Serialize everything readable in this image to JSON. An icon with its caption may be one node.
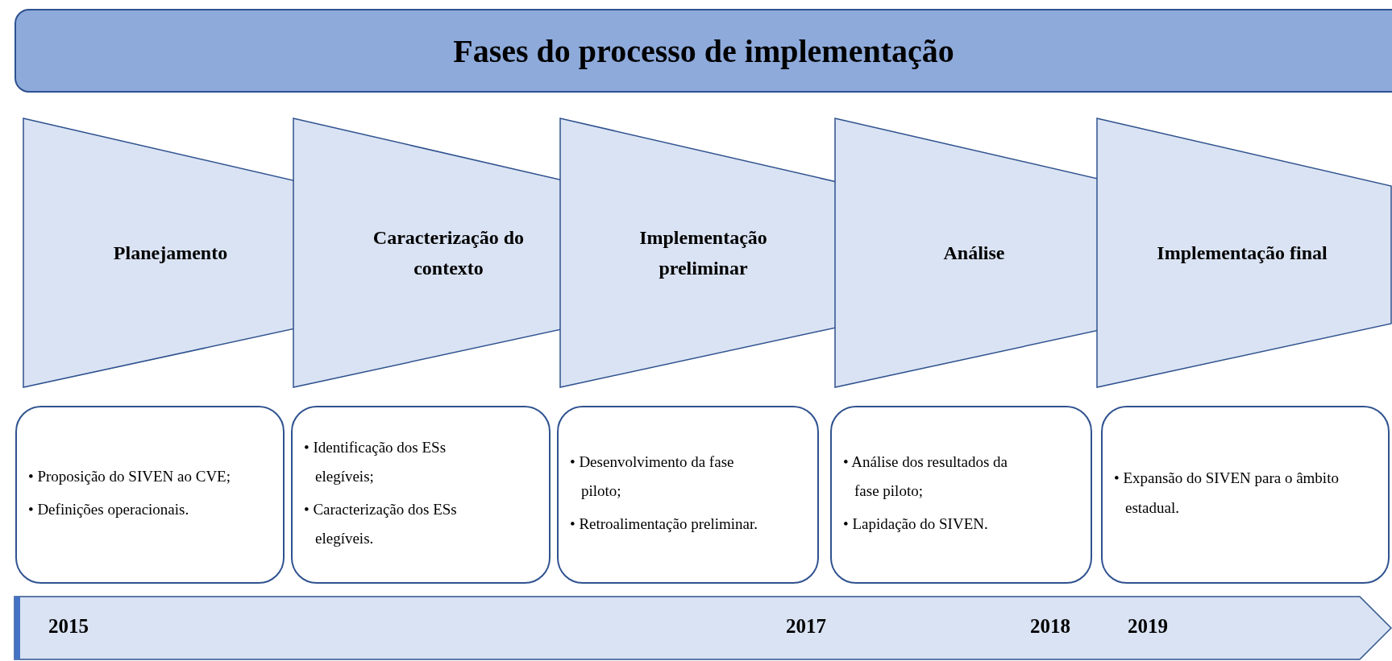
{
  "diagram": {
    "title": "Fases do processo de implementação",
    "nodes": [
      {
        "text": [
          "Planejamento"
        ]
      },
      {
        "text": [
          "Caracterização do contexto"
        ]
      },
      {
        "text": [
          "Implementação preliminar"
        ]
      },
      {
        "text": [
          "Análise"
        ]
      },
      {
        "text": [
          "Implementação final"
        ]
      },
      {
        "text": [
          "• Proposição do SIVEN ao CVE;",
          "• Definições operacionais."
        ]
      },
      {
        "text": [
          "• Identificação dos ESs elegíveis;",
          "• Caracterização dos ESs elegíveis."
        ]
      },
      {
        "text": [
          "• Desenvolvimento da fase piloto;",
          "• Retroalimentação preliminar."
        ]
      },
      {
        "text": [
          "• Análise dos resultados da fase piloto;",
          "• Lapidação do SIVEN."
        ]
      },
      {
        "text": [
          "• Expansão do SIVEN para o âmbito estadual."
        ]
      },
      {
        "text": [
          "2015",
          "2017",
          "2018",
          "2019"
        ]
      }
    ],
    "edges": []
  }
}
